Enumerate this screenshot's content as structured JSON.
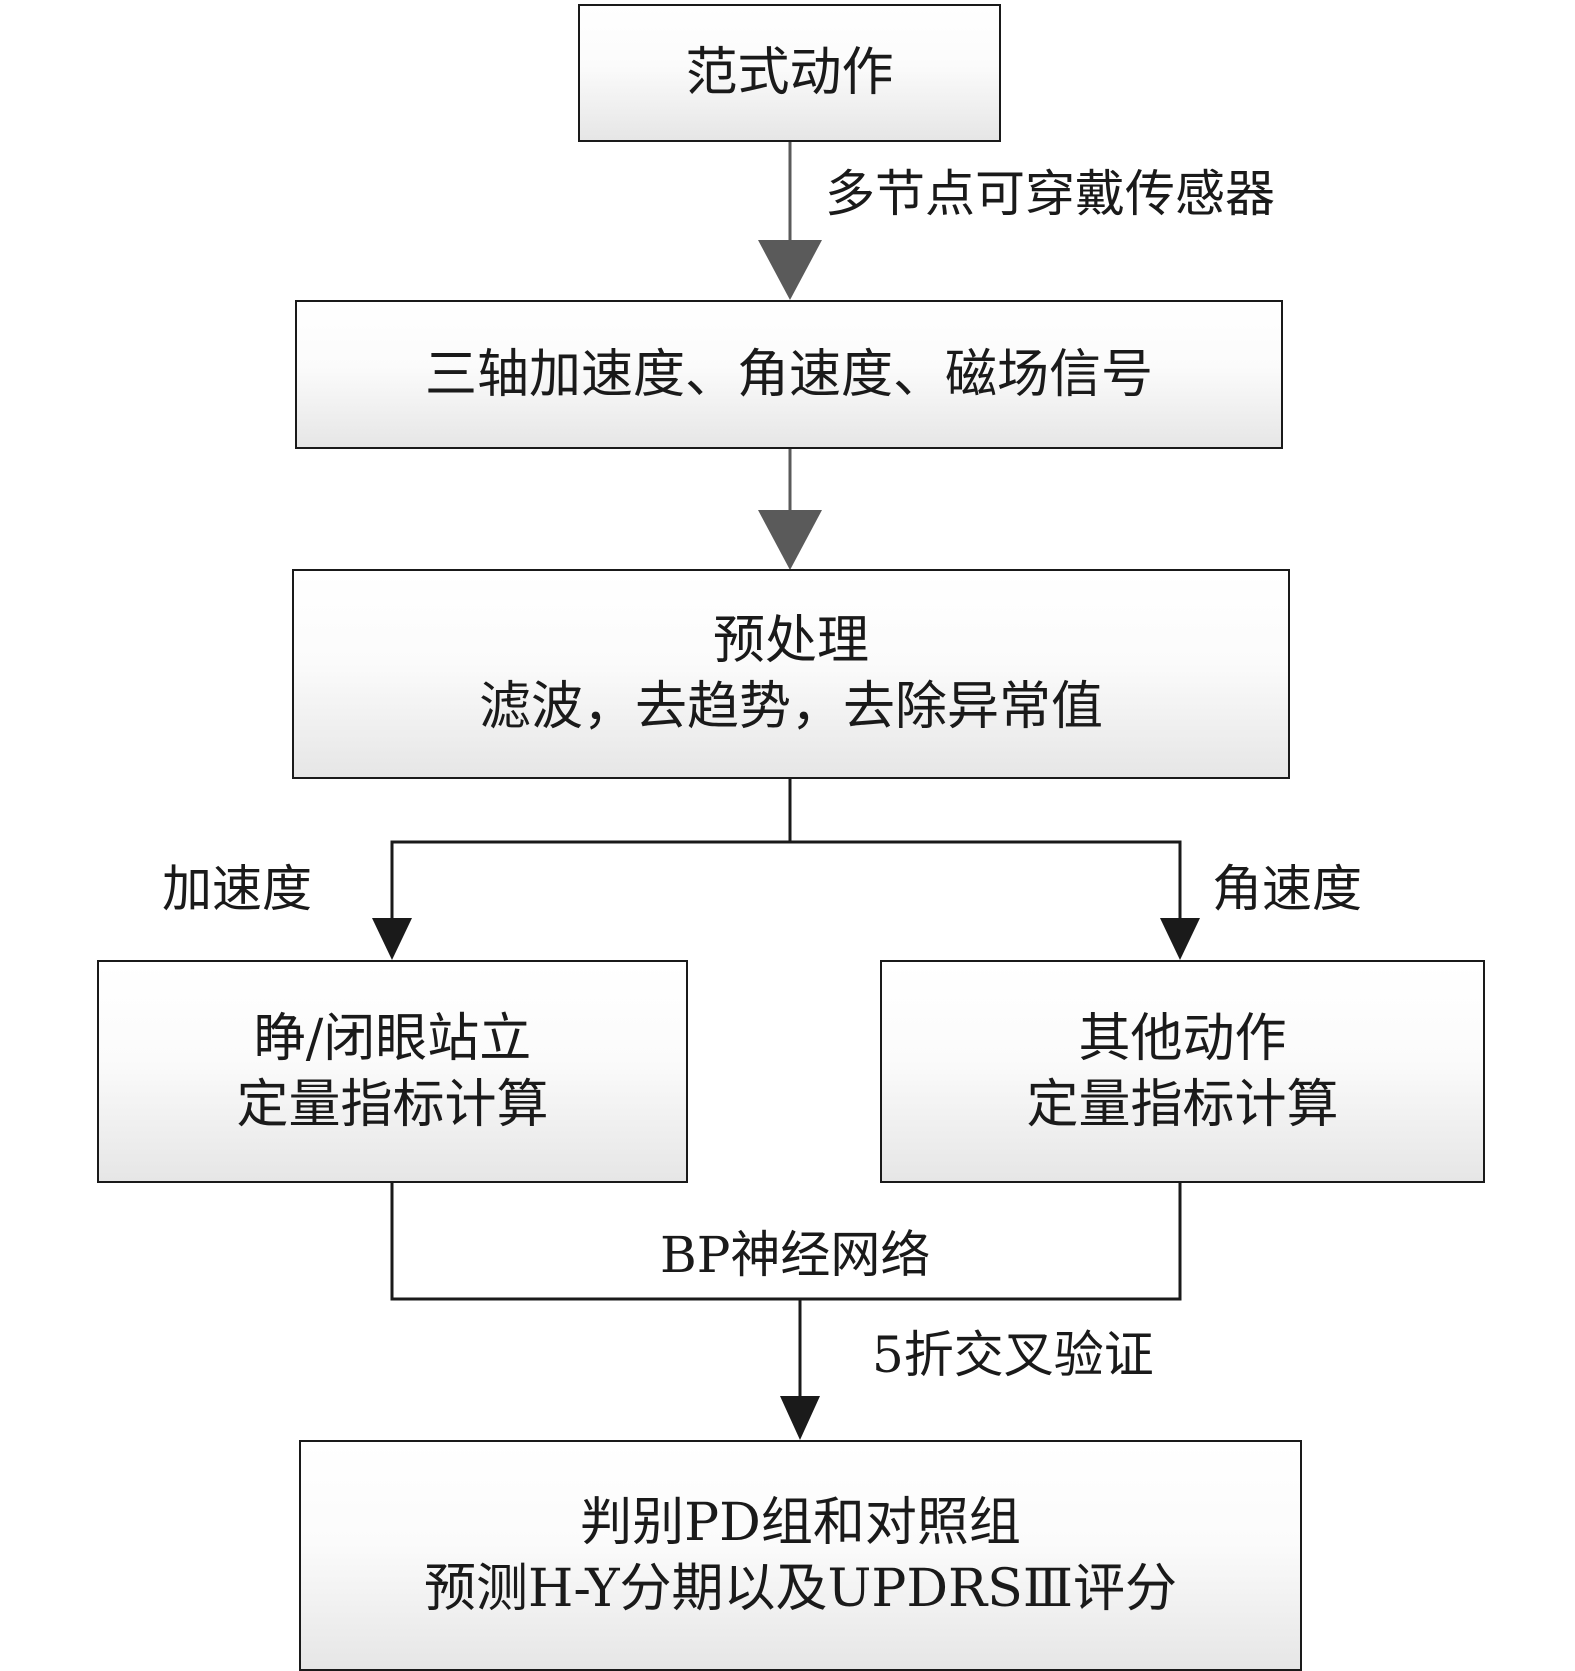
{
  "nodes": {
    "paradigm": {
      "line1": "范式动作"
    },
    "signals": {
      "line1": "三轴加速度、角速度、磁场信号"
    },
    "preprocess": {
      "line1": "预处理",
      "line2": "滤波，去趋势，去除异常值"
    },
    "stance": {
      "line1": "睁/闭眼站立",
      "line2": "定量指标计算"
    },
    "other": {
      "line1": "其他动作",
      "line2": "定量指标计算"
    },
    "result": {
      "line1": "判别PD组和对照组",
      "line2": "预测H-Y分期以及UPDRSⅢ评分"
    }
  },
  "edges": {
    "sensor_label": "多节点可穿戴传感器",
    "acc_label": "加速度",
    "gyro_label": "角速度",
    "bp_label": "BP神经网络",
    "cv_label": "5折交叉验证"
  },
  "colors": {
    "line": "#1a1a1a",
    "gray_arrow": "#5a5a5a"
  }
}
